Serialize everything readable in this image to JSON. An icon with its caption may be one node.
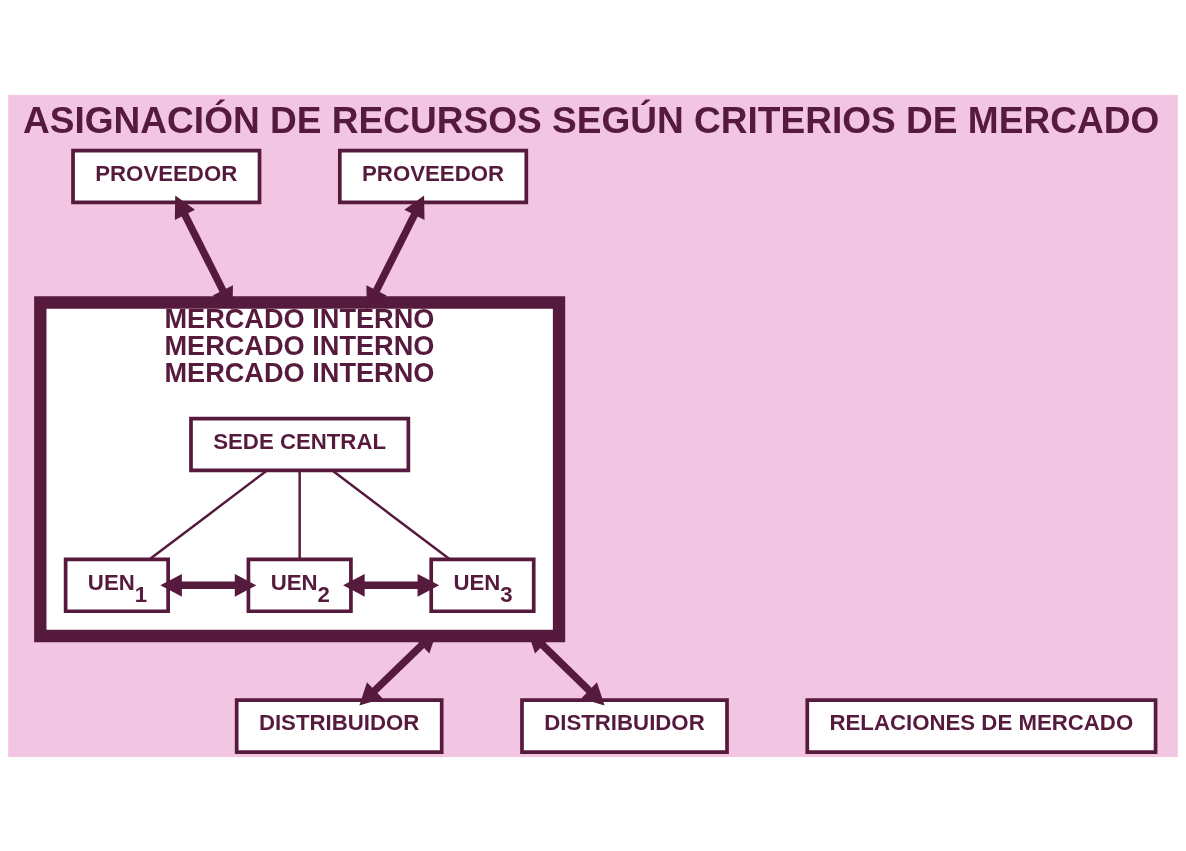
{
  "diagram": {
    "title": "ASIGNACIÓN DE RECURSOS SEGÚN CRITERIOS DE MERCADO",
    "nodes": [
      {
        "text": [
          "MERCADO INTERNO",
          "MERCADO INTERNO",
          "MERCADO INTERNO"
        ]
      },
      {
        "text": [
          "SEDE CENTRAL"
        ],
        "in": 0
      },
      {
        "text": [
          "UEN$_{1}$"
        ],
        "in": 0
      },
      {
        "text": [
          "UEN$_{2}$"
        ],
        "in": 0
      },
      {
        "text": [
          "UEN$_{3}$"
        ],
        "in": 0
      },
      {
        "text": [
          "PROVEEDOR"
        ]
      },
      {
        "text": [
          "PROVEEDOR"
        ]
      },
      {
        "text": [
          "DISTRIBUIDOR"
        ]
      },
      {
        "text": [
          "RELACIONES DE MERCADO"
        ]
      },
      {
        "text": [
          "DISTRIBUIDOR"
        ]
      }
    ],
    "edges": [
      {
        "from": 1,
        "to": 2,
        "arrow": "none"
      },
      {
        "from": 1,
        "to": 3,
        "arrow": "none"
      },
      {
        "from": 1,
        "to": 4,
        "arrow": "none"
      },
      {
        "from": 2,
        "to": 3,
        "arrow": "both"
      },
      {
        "from": 3,
        "to": 4,
        "arrow": "both"
      },
      {
        "from": 5,
        "to": 0,
        "arrow": "both"
      },
      {
        "from": 6,
        "to": 0,
        "arrow": "both"
      },
      {
        "from": 0,
        "to": 7,
        "arrow": "both"
      },
      {
        "from": 0,
        "to": 9,
        "arrow": "both"
      }
    ]
  }
}
